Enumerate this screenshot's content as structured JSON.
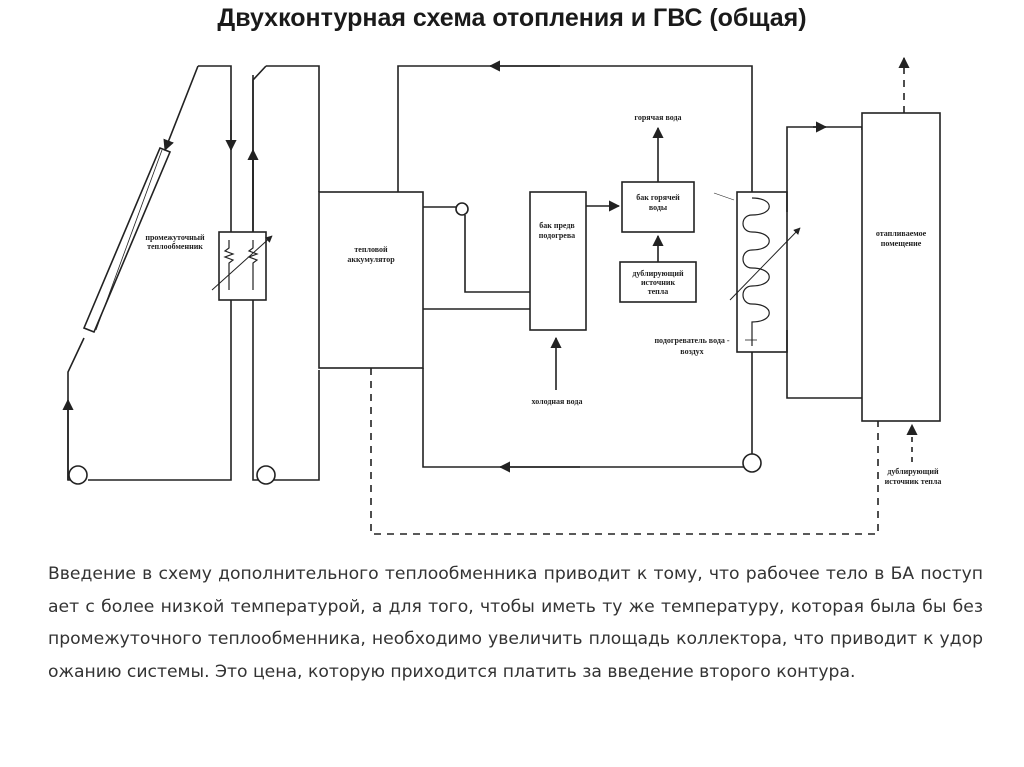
{
  "title": "Двухконтурная схема отопления и ГВС (общая)",
  "diagram": {
    "labels": {
      "intermediate_hx": [
        "промежуточный",
        "теплообменник"
      ],
      "heat_accumulator": [
        "тепловой",
        "аккумулятор"
      ],
      "preheat_tank": [
        "бак предв",
        "подогрева"
      ],
      "hot_water_tank": [
        "бак горячей",
        "воды"
      ],
      "hot_water": "горячая вода",
      "backup_source_1": [
        "дублирующий",
        "источник",
        "тепла"
      ],
      "cold_water": "холодная вода",
      "water_air_heater": [
        "подогреватель вода -",
        "воздух"
      ],
      "heated_room": [
        "отапливаемое",
        "помещение"
      ],
      "backup_source_2": [
        "дублирующий",
        "источник тепла"
      ]
    }
  },
  "body_text": "Введение в схему дополнительного теплообменника приводит к тому, что рабочее тело в БА поступает с более низкой температурой, а для того, чтобы иметь ту же температуру, которая была бы без промежуточного теплообменника, необходимо увеличить площадь коллектора, что приводит к удорожанию системы. Это цена, которую приходится платить за введение второго контура."
}
